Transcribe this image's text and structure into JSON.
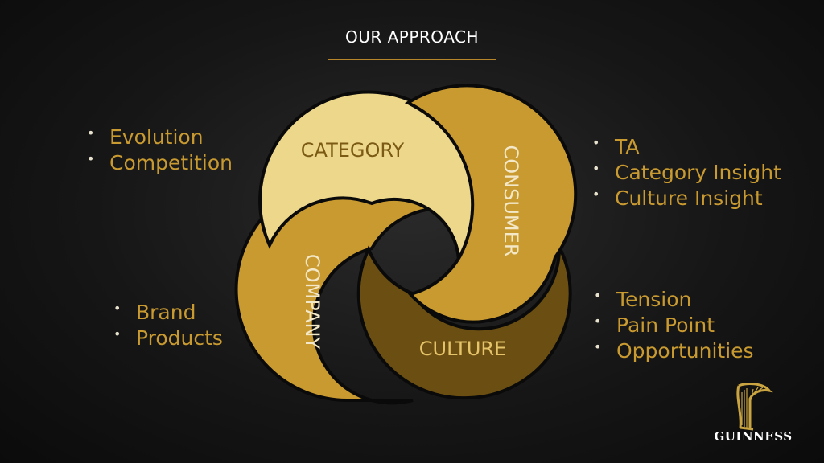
{
  "title": "OUR APPROACH",
  "segments": {
    "category": {
      "label": "CATEGORY",
      "color": "#EDD78A"
    },
    "consumer": {
      "label": "CONSUMER",
      "color": "#C99A30"
    },
    "company": {
      "label": "COMPANY",
      "color": "#C99A30"
    },
    "culture": {
      "label": "CULTURE",
      "color": "#6B4F12"
    }
  },
  "lists": {
    "category": [
      "Evolution",
      "Competition"
    ],
    "consumer": [
      "TA",
      "Category Insight",
      "Culture Insight"
    ],
    "company": [
      "Brand",
      "Products"
    ],
    "culture": [
      "Tension",
      "Pain Point",
      "Opportunities"
    ]
  },
  "logo": {
    "name": "harp-icon",
    "text": "GUINNESS"
  },
  "colors": {
    "accent": "#C99A30",
    "background": "#161616",
    "rule": "#B8862A"
  }
}
